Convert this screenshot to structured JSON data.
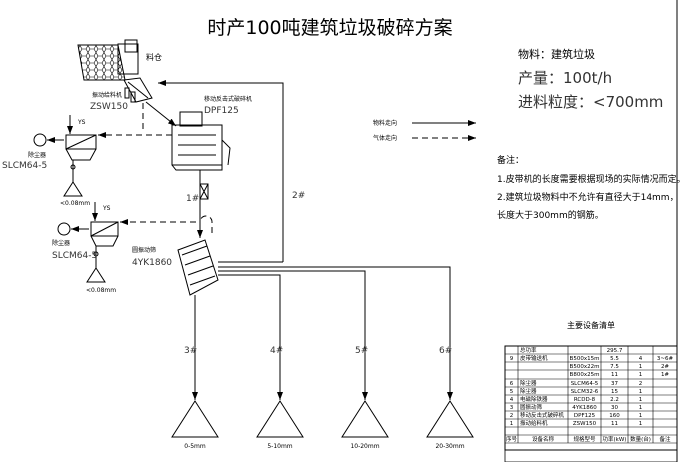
{
  "title": "时产100吨建筑垃圾破碎方案",
  "specs": {
    "material": "物料：建筑垃圾",
    "capacity": "产量：100t/h",
    "feed_size": "进料粒度：<700mm"
  },
  "legend": {
    "material_flow": "物料走向",
    "gas_flow": "气体走向"
  },
  "notes": {
    "heading": "备注：",
    "line1": "1.皮带机的长度需要根据现场的实际情况而定。",
    "line2": "2.建筑垃圾物料中不允许有直径大于14mm，",
    "line3": "长度大于300mm的钢筋。"
  },
  "equipment": {
    "silo": "料仓",
    "feeder_name": "振动给料机",
    "feeder_model": "ZSW150",
    "crusher_name": "移动反击式破碎机",
    "crusher_model": "DPF125",
    "dust1_name": "除尘器",
    "dust1_model": "SLCM64-5",
    "dust1_out": "<0.08mm",
    "dust2_name": "除尘器",
    "dust2_model": "SLCM64-5",
    "dust2_out": "<0.08mm",
    "screen_name": "圆振动筛",
    "screen_model": "4YK1860",
    "ys1": "YS",
    "ys2": "YS"
  },
  "conveyors": {
    "c1": "1#",
    "c2": "2#",
    "c3": "3#",
    "c4": "4#",
    "c5": "5#",
    "c6": "6#"
  },
  "products": [
    "0-5mm",
    "5-10mm",
    "10-20mm",
    "20-30mm"
  ],
  "table": {
    "title": "主要设备清单",
    "total_label": "总功率",
    "total_power": "295.7",
    "rows": [
      [
        "9",
        "皮带输送机",
        "B500x15m",
        "5.5",
        "4",
        "3~6#"
      ],
      [
        "",
        "",
        "B500x22m",
        "7.5",
        "1",
        "2#"
      ],
      [
        "",
        "",
        "B800x25m",
        "11",
        "1",
        "1#"
      ],
      [
        "6",
        "除尘器",
        "SLCM64-5",
        "37",
        "2",
        ""
      ],
      [
        "5",
        "除尘器",
        "SLCM32-6",
        "15",
        "1",
        ""
      ],
      [
        "4",
        "电磁除铁器",
        "RCDD-8",
        "2.2",
        "1",
        ""
      ],
      [
        "3",
        "圆振动筛",
        "4YK1860",
        "30",
        "1",
        ""
      ],
      [
        "2",
        "移动反击式破碎机",
        "DPF125",
        "160",
        "1",
        ""
      ],
      [
        "1",
        "振动给料机",
        "ZSW150",
        "11",
        "1",
        ""
      ]
    ],
    "headers": [
      "序号",
      "设备名称",
      "规格型号",
      "功率(kW)",
      "数量(台)",
      "备注"
    ]
  }
}
